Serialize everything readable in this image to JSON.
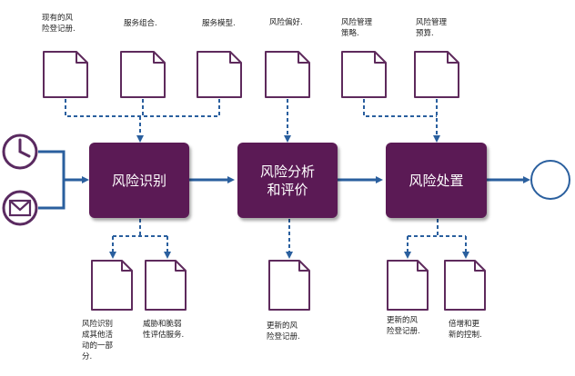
{
  "colors": {
    "process": "#5b1a55",
    "doc_stroke": "#5e2a5c",
    "arrow": "#2a5f9e",
    "icon_stroke": "#5a2a60"
  },
  "processes": [
    {
      "id": "identify",
      "label": "风险识别"
    },
    {
      "id": "analyze",
      "label": "风险分析\n和评价"
    },
    {
      "id": "treat",
      "label": "风险处置"
    }
  ],
  "inputs": [
    {
      "label": "现有的风\n险登记册."
    },
    {
      "label": "服务组合."
    },
    {
      "label": "服务模型."
    },
    {
      "label": "风险偏好."
    },
    {
      "label": "风险管理\n策略."
    },
    {
      "label": "风险管理\n预算."
    }
  ],
  "outputs": [
    {
      "label": "风险识别\n成其他活\n动的一部\n分."
    },
    {
      "label": "威胁和脆弱\n性评估服务."
    },
    {
      "label": "更新的风\n险登记册."
    },
    {
      "label": "更新的风\n险登记册."
    },
    {
      "label": "倍增和更\n新的控制."
    }
  ],
  "triggers": [
    {
      "icon": "clock-icon"
    },
    {
      "icon": "envelope-icon"
    }
  ],
  "end": {
    "icon": "end-circle-icon"
  }
}
